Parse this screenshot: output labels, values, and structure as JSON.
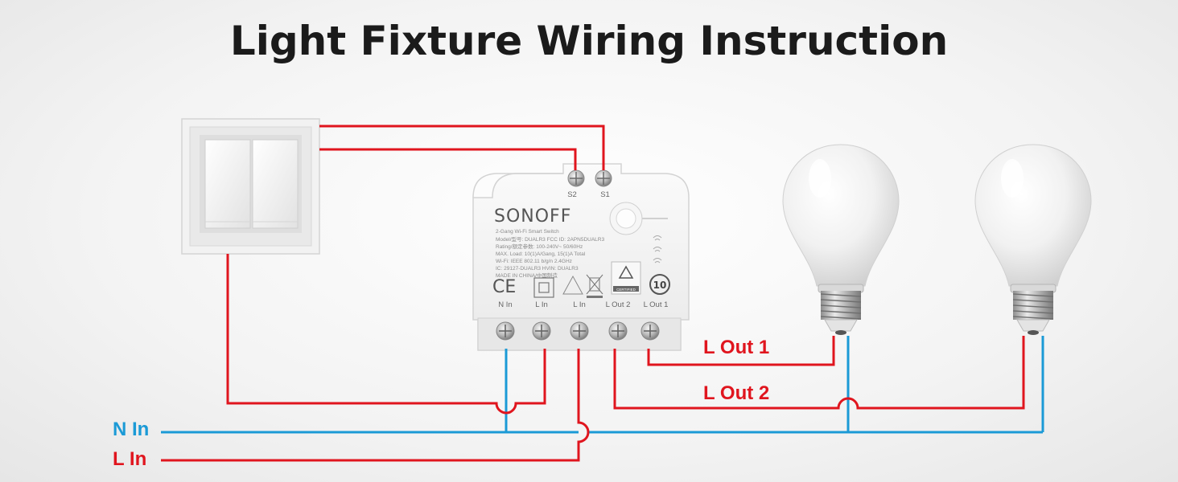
{
  "title": "Light Fixture Wiring Instruction",
  "labels": {
    "n_in": "N In",
    "l_in": "L In",
    "l_out_1": "L Out 1",
    "l_out_2": "L Out 2"
  },
  "device": {
    "brand": "SONOFF",
    "subtitle": "2-Gang Wi-Fi Smart Switch",
    "spec_lines": [
      "Model/型号: DUALR3     FCC ID: 2APN5DUALR3",
      "Rating/额定参数: 100-240V~ 50/60Hz",
      "MAX. Load: 10(1)A/Gang, 15(1)A Total",
      "Wi-Fi: IEEE 802.11 b/g/n 2.4GHz",
      "IC: 29127-DUALR3      HVIN: DUALR3",
      "MADE IN CHINA/中国制造"
    ],
    "top_terminals": [
      "S2",
      "S1"
    ],
    "bottom_terminals": [
      "N In",
      "L In",
      "L In",
      "L Out 2",
      "L Out 1"
    ],
    "certified": "CERTIFIED",
    "ce_mark": "CE",
    "ten_mark": "10"
  },
  "colors": {
    "live_wire": "#e0151e",
    "neutral_wire": "#1b9ad6",
    "label_red": "#e0151e",
    "label_blue": "#1b9ad6"
  }
}
